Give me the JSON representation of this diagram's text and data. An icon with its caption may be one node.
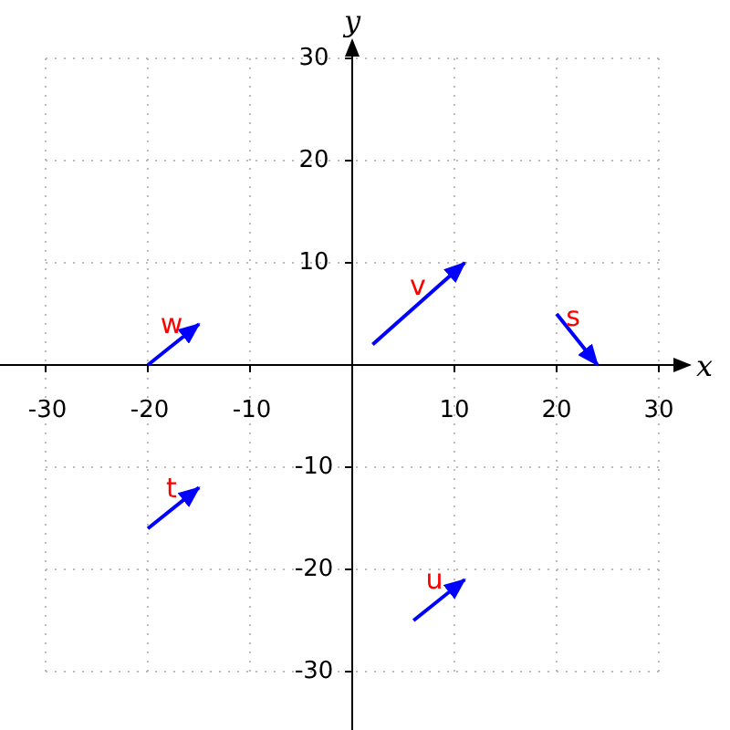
{
  "diagram": {
    "labels": [
      "y",
      "30",
      "20",
      "10",
      "w",
      "v",
      "s",
      "x",
      "-30",
      "-20",
      "-10",
      "10",
      "20",
      "30",
      "-10",
      "t",
      "-20",
      "u",
      "-30"
    ]
  }
}
